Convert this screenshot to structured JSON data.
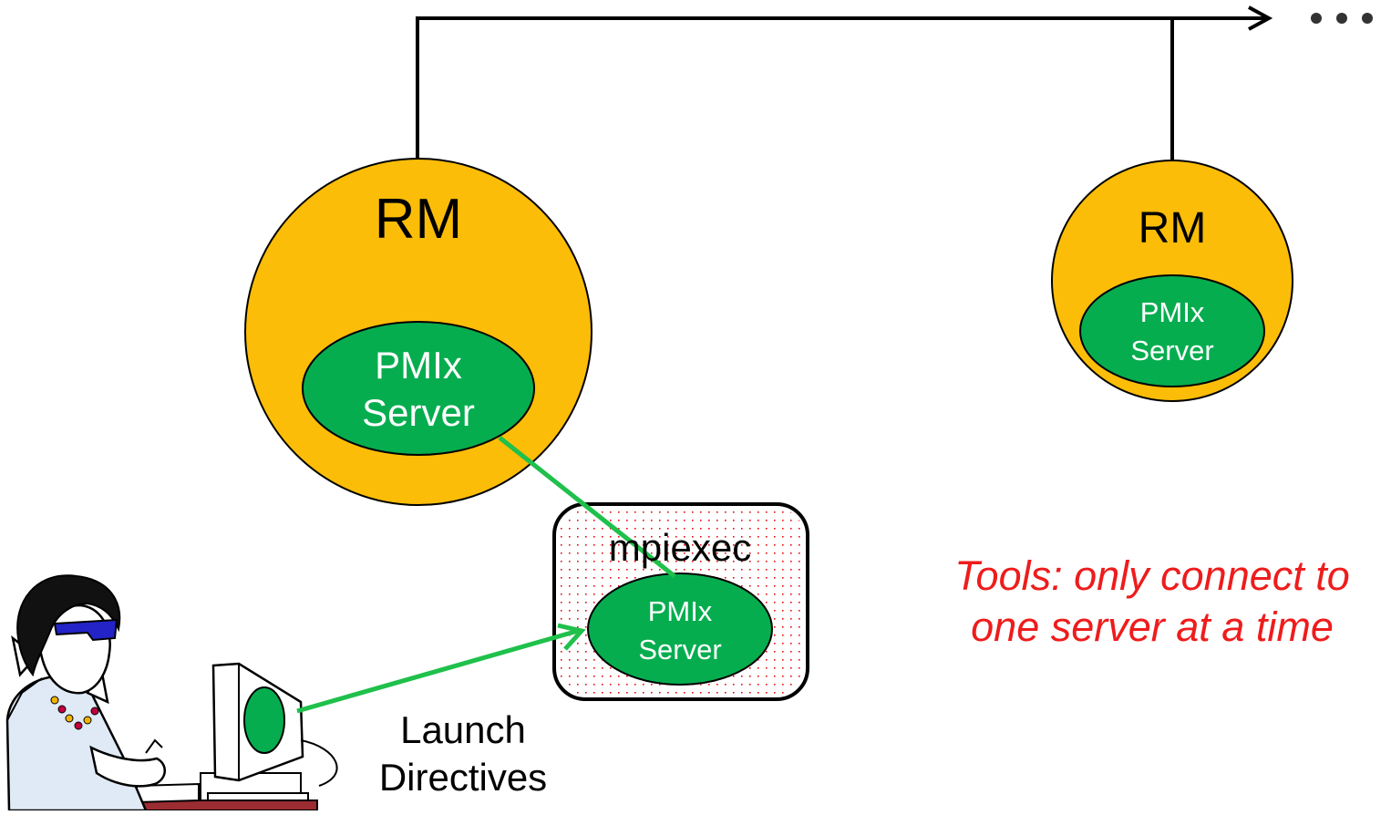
{
  "nodes": {
    "rm_left": {
      "label": "RM"
    },
    "pmix_left": {
      "line1": "PMIx",
      "line2": "Server"
    },
    "rm_right": {
      "label": "RM"
    },
    "pmix_right": {
      "line1": "PMIx",
      "line2": "Server"
    },
    "mpiexec": {
      "label": "mpiexec"
    },
    "pmix_mpiexec": {
      "line1": "PMIx",
      "line2": "Server"
    }
  },
  "edges": {
    "launch": {
      "line1": "Launch",
      "line2": "Directives"
    }
  },
  "note": {
    "line1": "Tools: only connect to",
    "line2": "one server at a time"
  },
  "colors": {
    "rm_fill": "#fbbd07",
    "pmix_fill": "#06ad4f",
    "connector": "#1fc04b",
    "note_text": "#ee1c1c",
    "mpiexec_dots": "#e30f0f"
  }
}
